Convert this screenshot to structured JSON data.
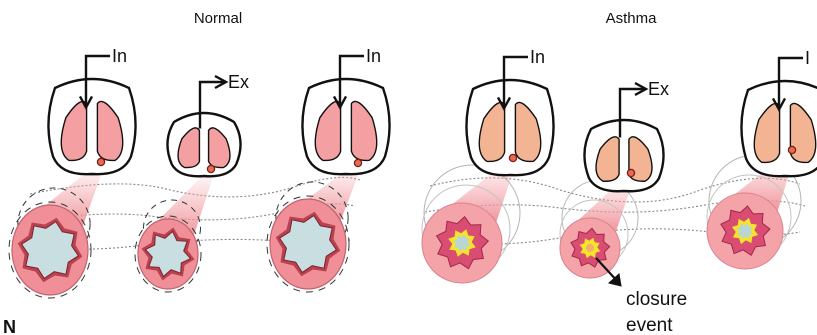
{
  "panels": {
    "normal": {
      "title": "Normal",
      "labels": [
        "In",
        "Ex",
        "In"
      ]
    },
    "asthma": {
      "title": "Asthma",
      "labels": [
        "In",
        "Ex",
        "I"
      ]
    }
  },
  "annotation": {
    "line1": "closure",
    "line2": "event"
  },
  "corner_letter": "N",
  "colors": {
    "normal_lung": "#f4a0a2",
    "asthma_lung": "#f2b493",
    "airway_pink": "#f08f98",
    "normal_lumen": "#c9dee0",
    "asthma_muscle": "#d94d73",
    "asthma_inflamed": "#f5e52a"
  }
}
